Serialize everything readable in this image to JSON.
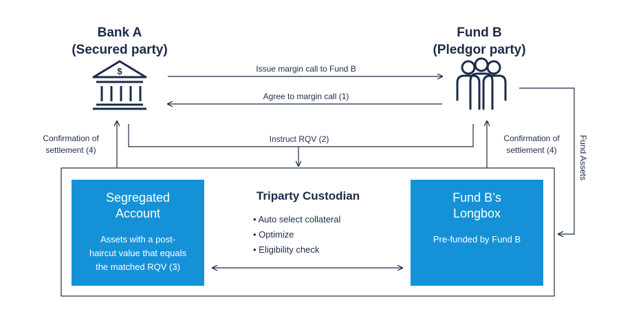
{
  "bank": {
    "name": "Bank A",
    "role": "(Secured party)",
    "icon": "bank-icon"
  },
  "fund": {
    "name": "Fund B",
    "role": "(Pledgor party)",
    "icon": "people-group-icon"
  },
  "flows": {
    "issue_margin_call": "Issue margin call to Fund B",
    "agree_margin_call": "Agree to margin call (1)",
    "instruct_rqv": "Instruct RQV (2)",
    "fund_assets": "Fund Assets",
    "confirm_left_line1": "Confirmation of",
    "confirm_left_line2": "settlement (4)",
    "confirm_right_line1": "Confirmation of",
    "confirm_right_line2": "settlement (4)"
  },
  "custodian": {
    "title": "Triparty Custodian",
    "bullets": [
      "Auto select collateral",
      "Optimize",
      "Eligibility check"
    ]
  },
  "segregated": {
    "title_line1": "Segregated",
    "title_line2": "Account",
    "text_line1": "Assets with a post-",
    "text_line2": "haircut value that equals",
    "text_line3": "the matched RQV (3)"
  },
  "longbox": {
    "title_line1": "Fund B’s",
    "title_line2": "Longbox",
    "text": "Pre-funded by Fund B"
  },
  "colors": {
    "navy": "#1b2a4a",
    "blue": "#1591d8",
    "white": "#ffffff"
  }
}
